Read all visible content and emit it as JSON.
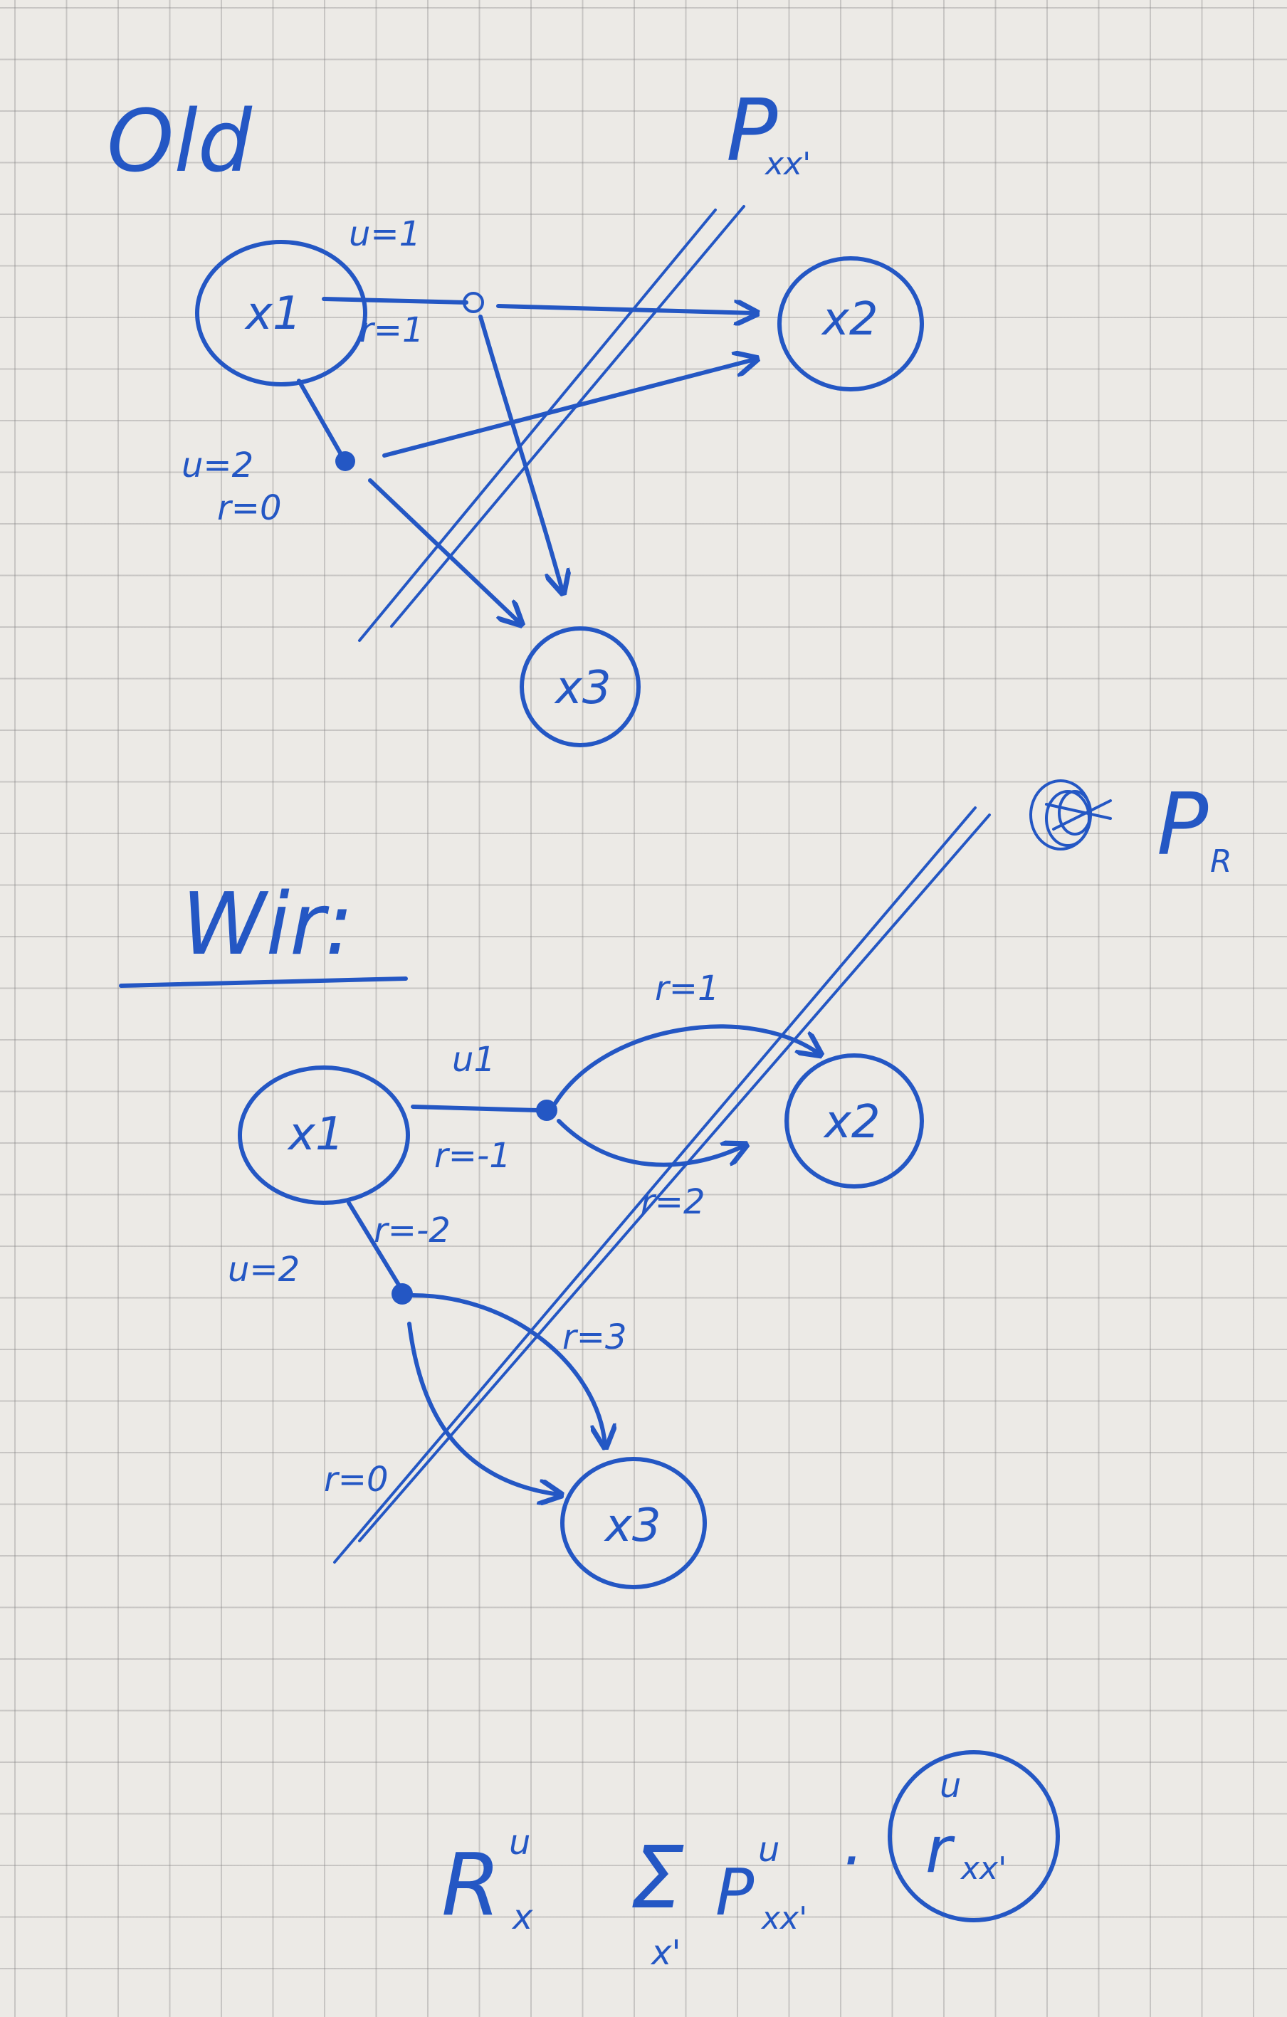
{
  "colors": {
    "ink": "#2457c4",
    "paper": "#eceae6",
    "grid": "#9a9a9a"
  },
  "top": {
    "heading": "Old",
    "crossed_label": {
      "main": "P",
      "sub": "xx'"
    },
    "nodes": [
      "x1",
      "x2",
      "x3"
    ],
    "edge_labels": [
      "u=1",
      "r=1",
      "u=2",
      "r=0"
    ]
  },
  "bottom": {
    "heading": "Wir:",
    "crossed_label": {
      "main": "P",
      "sub": "R"
    },
    "nodes": [
      "x1",
      "x2",
      "x3"
    ],
    "edge_labels": [
      "u1",
      "r=-1",
      "r=1",
      "r=2",
      "u=2",
      "r=-2",
      "r=3",
      "r=0"
    ]
  },
  "formula": {
    "lhs": "R",
    "lhs_sup": "u",
    "lhs_sub": "x",
    "sum": "Σ",
    "sum_sub": "x'",
    "p": "P",
    "p_sup": "u",
    "p_sub": "xx'",
    "dot": "·",
    "r": "r",
    "r_sup": "u",
    "r_sub": "xx'"
  }
}
